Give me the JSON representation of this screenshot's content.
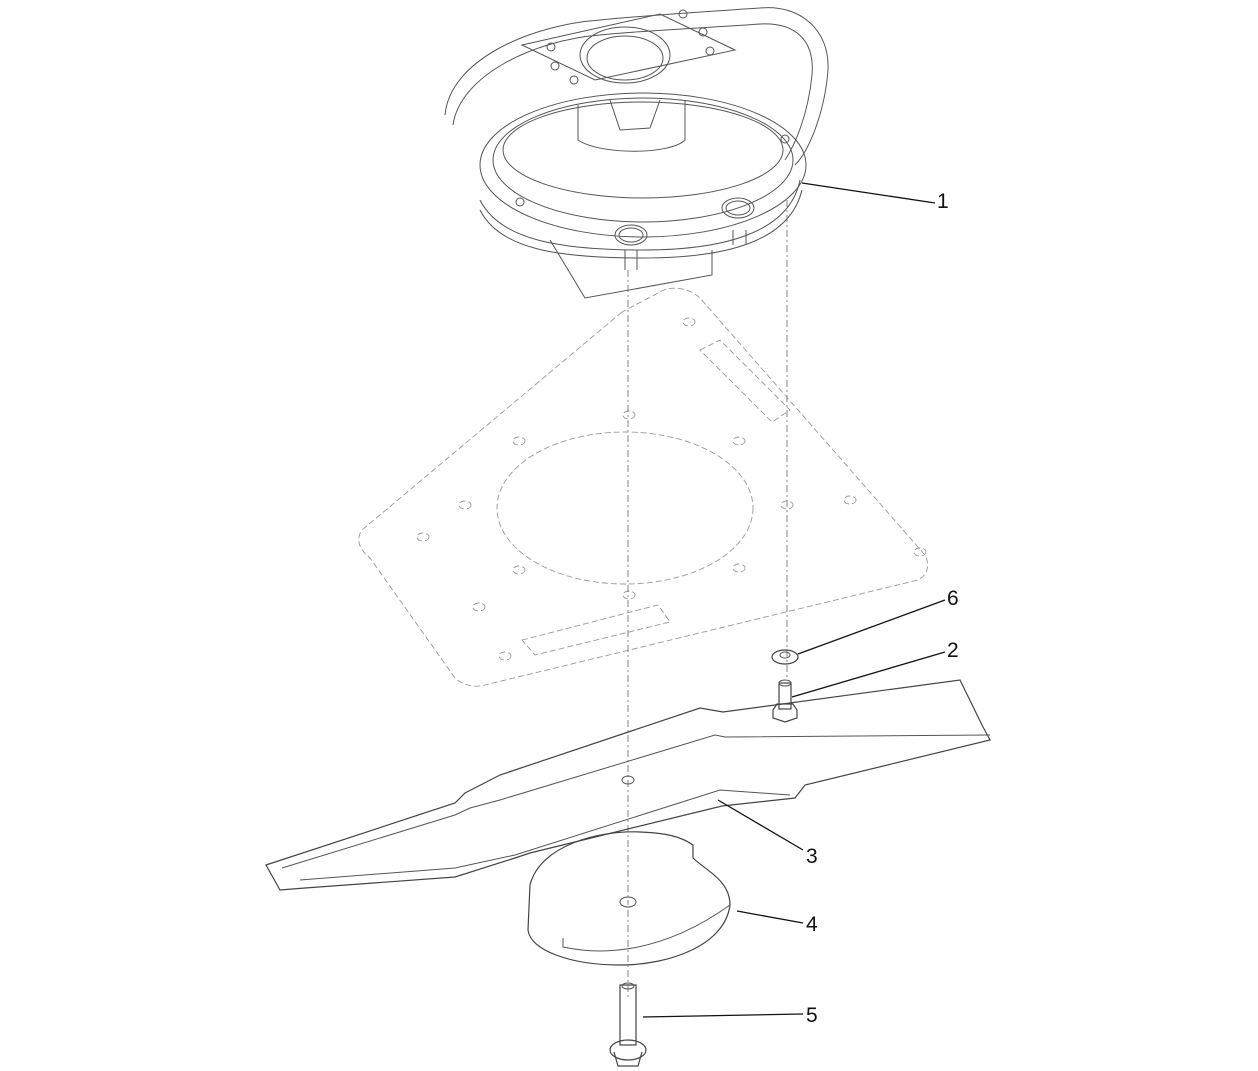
{
  "diagram": {
    "type": "exploded-parts-view",
    "callouts": [
      {
        "id": "1",
        "label": "1",
        "part": "spindle housing assembly"
      },
      {
        "id": "2",
        "label": "2",
        "part": "bolt"
      },
      {
        "id": "3",
        "label": "3",
        "part": "blade"
      },
      {
        "id": "4",
        "label": "4",
        "part": "blade stiffener"
      },
      {
        "id": "5",
        "label": "5",
        "part": "flange bolt"
      },
      {
        "id": "6",
        "label": "6",
        "part": "washer"
      }
    ],
    "colors": {
      "line": "#555555",
      "leader": "#111111",
      "background": "#ffffff"
    }
  }
}
